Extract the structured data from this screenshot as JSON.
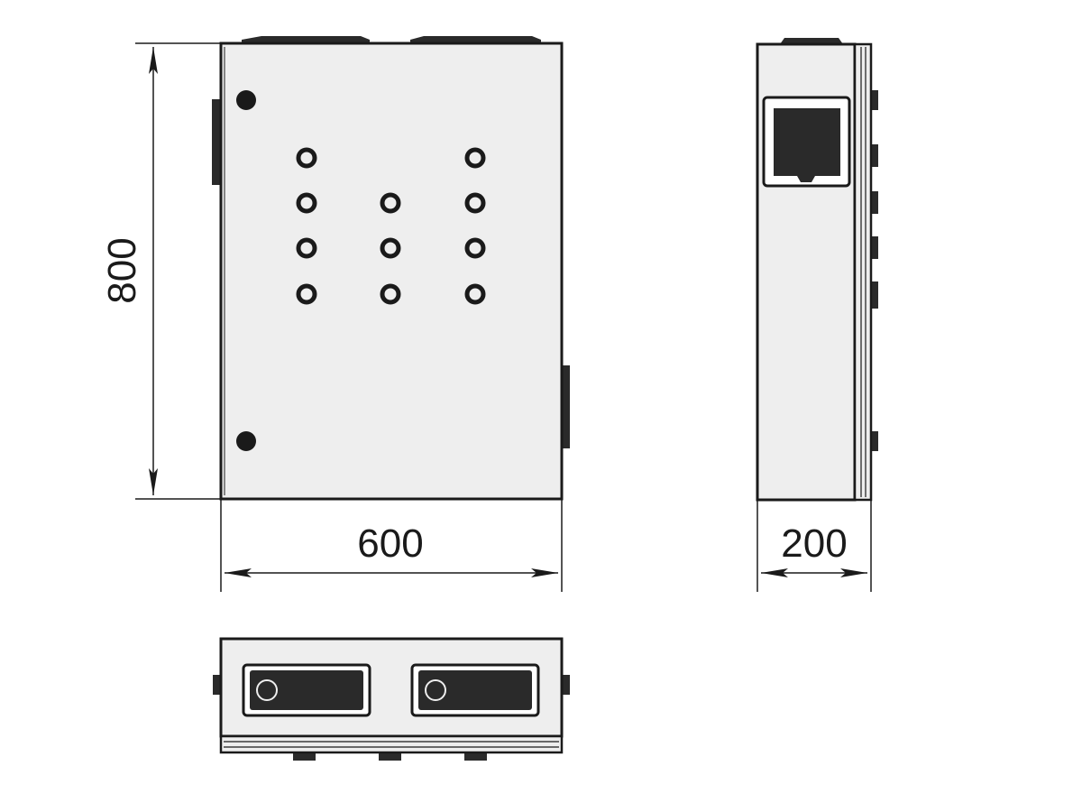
{
  "dimensions": {
    "height": "800",
    "width": "600",
    "depth": "200"
  },
  "views": [
    "front-view",
    "side-view",
    "bottom-view"
  ],
  "colors": {
    "line": "#1a1a1a",
    "fill_light": "#eeeeee",
    "fill_dark": "#2a2a2a",
    "background": "#ffffff"
  },
  "front_view": {
    "gland_holes": 11,
    "lock_points": 2
  }
}
